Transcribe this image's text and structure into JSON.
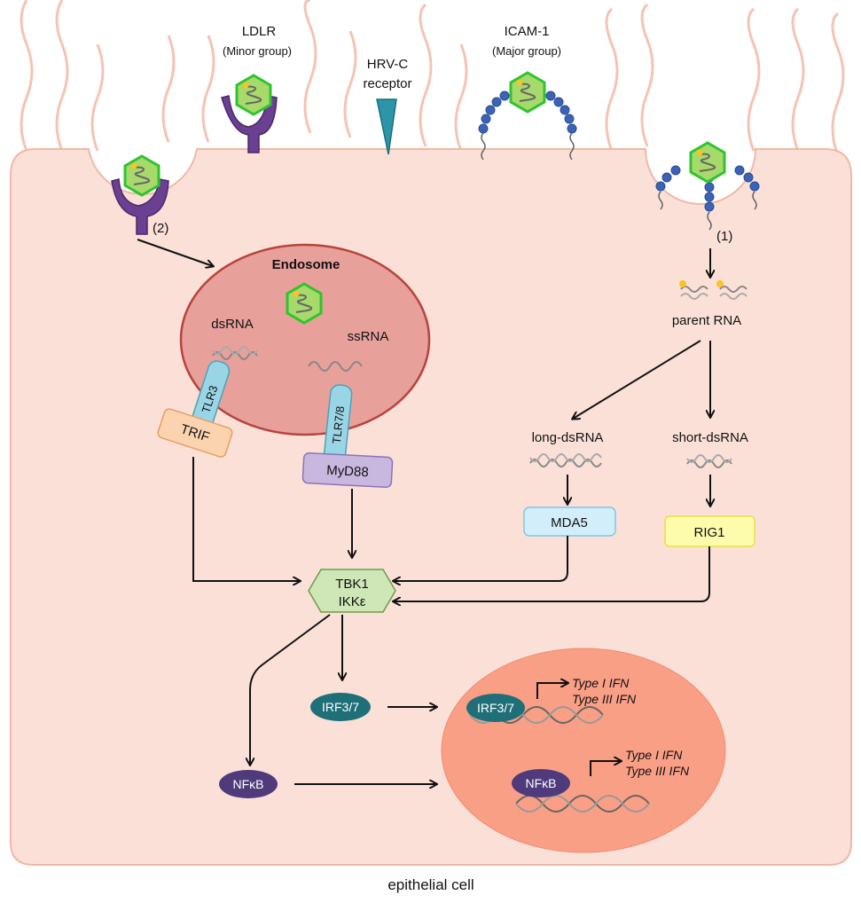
{
  "diagram": {
    "cell_label": "epithelial cell",
    "receptors": {
      "ldlr_line1": "LDLR",
      "ldlr_line2": "(Minor group)",
      "hrvc_line1": "HRV-C",
      "hrvc_line2": "receptor",
      "icam_line1": "ICAM-1",
      "icam_line2": "(Major group)"
    },
    "route_labels": {
      "route2": "(2)",
      "route1": "(1)"
    },
    "endosome": {
      "title": "Endosome",
      "dsrna": "dsRNA",
      "ssrna": "ssRNA"
    },
    "adaptors": {
      "tlr3": "TLR3",
      "tlr78": "TLR7/8",
      "trif": "TRIF",
      "myd88": "MyD88"
    },
    "cytosol": {
      "parent_rna": "parent RNA",
      "long_dsrna": "long-dsRNA",
      "short_dsrna": "short-dsRNA",
      "mda5": "MDA5",
      "rig1": "RIG1"
    },
    "kinase": {
      "line1": "TBK1",
      "line2": "IKKε"
    },
    "factors": {
      "irf": "IRF3/7",
      "nfkb": "NFκB"
    },
    "nucleus": {
      "irf_bound": "IRF3/7",
      "nfkb_bound": "NFκB",
      "ifn1_a": "Type I IFN",
      "ifn3_a": "Type III IFN",
      "ifn1_b": "Type I IFN",
      "ifn3_b": "Type III IFN"
    },
    "colors": {
      "cell_fill": "#fbe0d7",
      "cell_stroke": "#f0b8a6",
      "endosome_fill": "#e8a09b",
      "endosome_stroke": "#b8433f",
      "nucleus_fill": "#f99f86",
      "virus_green": "#2fc42f",
      "receptor_purple": "#6b3f91",
      "icam_blue": "#3b64b8",
      "trif_fill": "#fbd3ae",
      "myd88_fill": "#c8b8e0",
      "tlr_fill": "#9ad5e6",
      "mda5_fill": "#d3eefb",
      "rig1_fill": "#fdfcac",
      "kinase_fill": "#cfe6b7",
      "irf_fill": "#1f6f78",
      "nfkb_fill": "#4f3b7c"
    }
  }
}
